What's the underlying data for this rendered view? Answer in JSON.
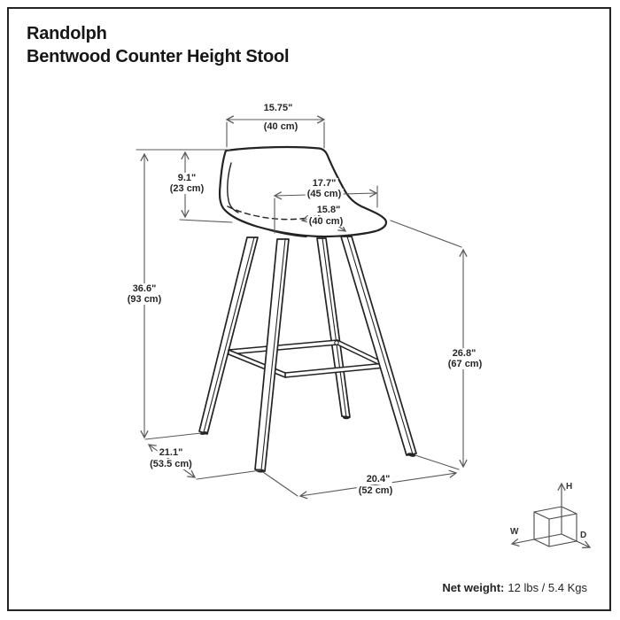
{
  "title": {
    "line1": "Randolph",
    "line2": "Bentwood Counter Height Stool"
  },
  "dimensions": {
    "back_width": {
      "inches": "15.75\"",
      "cm": "(40 cm)"
    },
    "backrest_height": {
      "inches": "9.1\"",
      "cm": "(23 cm)"
    },
    "seat_depth": {
      "inches": "17.7\"",
      "cm": "(45 cm)"
    },
    "seat_width": {
      "inches": "15.8\"",
      "cm": "(40 cm)"
    },
    "overall_height": {
      "inches": "36.6\"",
      "cm": "(93 cm)"
    },
    "seat_height": {
      "inches": "26.8\"",
      "cm": "(67 cm)"
    },
    "overall_depth": {
      "inches": "21.1\"",
      "cm": "(53.5 cm)"
    },
    "overall_width": {
      "inches": "20.4\"",
      "cm": "(52 cm)"
    }
  },
  "cube": {
    "height_label": "H",
    "width_label": "W",
    "depth_label": "D"
  },
  "footer": {
    "net_weight_label": "Net weight:",
    "net_weight_value": "12 lbs / 5.4 Kgs"
  },
  "colors": {
    "background": "#ffffff",
    "border": "#232323",
    "artwork_line": "#232323",
    "dimension_line": "#5a5a5a",
    "text": "#262626"
  }
}
